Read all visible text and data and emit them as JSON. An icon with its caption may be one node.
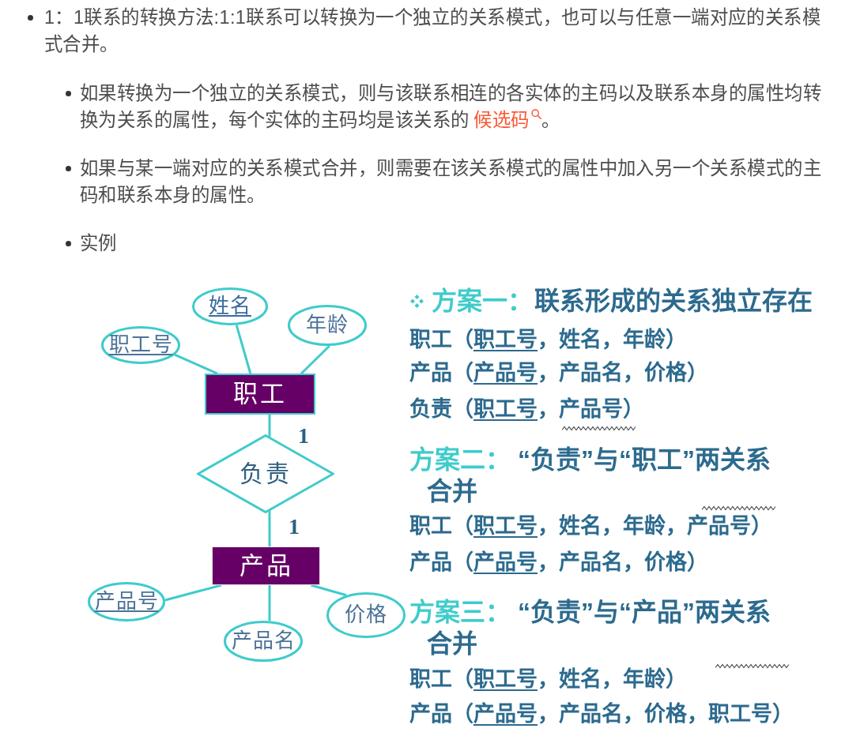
{
  "diagram": {
    "nodes": [
      {
        "text": [
          "姓名"
        ]
      },
      {
        "text": [
          "年龄"
        ]
      },
      {
        "text": [
          "职工号"
        ]
      },
      {
        "text": [
          "职工"
        ]
      },
      {
        "text": [
          "负责"
        ]
      },
      {
        "text": [
          "产品"
        ]
      },
      {
        "text": [
          "产品号"
        ]
      },
      {
        "text": [
          "价格"
        ]
      },
      {
        "text": [
          "产品名"
        ]
      }
    ],
    "edges": [
      {
        "from": 3,
        "to": 2,
        "arrow": "none"
      },
      {
        "from": 3,
        "to": 0,
        "arrow": "none"
      },
      {
        "from": 3,
        "to": 1,
        "arrow": "none"
      },
      {
        "from": 3,
        "to": 4,
        "arrow": "none",
        "label": "1"
      },
      {
        "from": 4,
        "to": 5,
        "arrow": "none",
        "label": "1"
      },
      {
        "from": 5,
        "to": 6,
        "arrow": "none"
      },
      {
        "from": 5,
        "to": 8,
        "arrow": "none"
      },
      {
        "from": 5,
        "to": 7,
        "arrow": "none"
      }
    ],
    "labels": [
      "1：1联系的转换方法:1:1联系可以转换为一个独立的关系模式，也可以与任意一端对应的关系模式合并。",
      "如果转换为一个独立的关系模式，则与该联系相连的各实体的主码以及联系本身的属性均转换为关系的属性，每个实体的主码均是该关系的候选码。",
      "如果与某一端对应的关系模式合并，则需要在该关系模式的属性中加入另一个关系模式的主码和联系本身的属性。",
      "实例",
      "方案一：联系形成的关系独立存在",
      "职工（职工号，姓名，年龄）",
      "产品（产品号，产品名，价格）",
      "负责（职工号，产品号）",
      "方案二： “负责”与“职工”两关系合并",
      "职工（职工号，姓名，年龄，产品号）",
      "产品（产品号，产品名，价格）",
      "方案三： “负责”与“产品”两关系合并",
      "职工（职工号，姓名，年龄）",
      "产品（产品号，产品名，价格，职工号）"
    ]
  }
}
